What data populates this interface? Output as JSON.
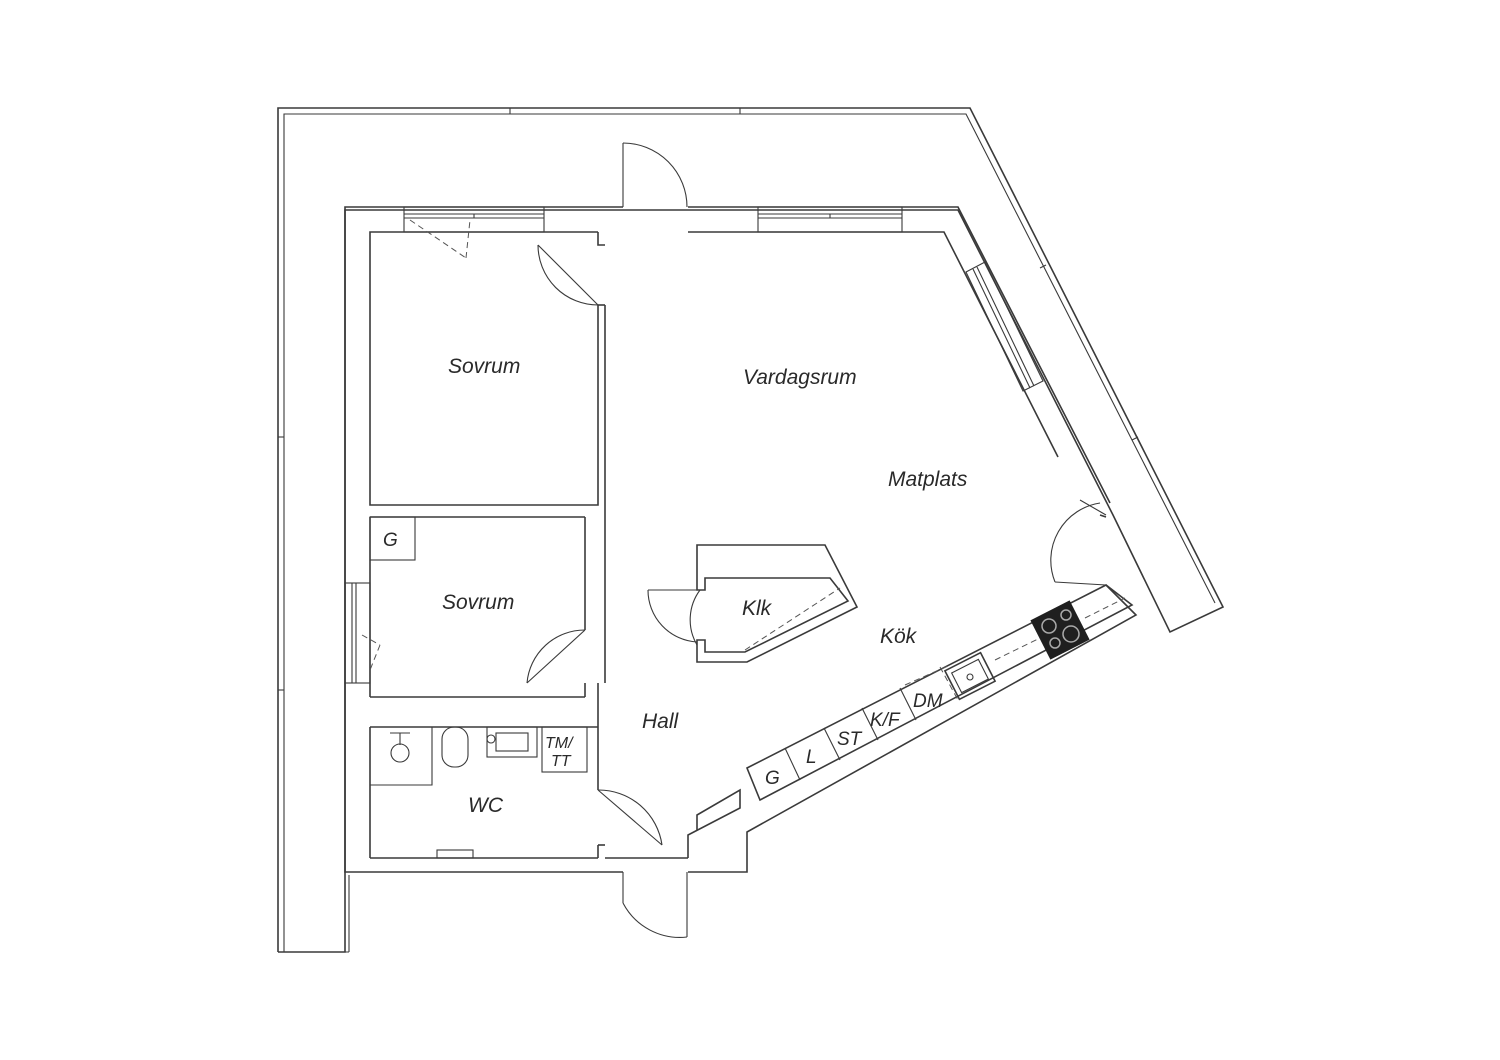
{
  "floor_plan": {
    "rooms": {
      "bedroom_1": "Sovrum",
      "bedroom_2": "Sovrum",
      "living_room": "Vardagsrum",
      "dining": "Matplats",
      "closet": "Klk",
      "kitchen": "Kök",
      "hall": "Hall",
      "wc": "WC"
    },
    "fixtures": {
      "wardrobe_bedroom": "G",
      "wardrobe_kitchen": "G",
      "linen": "L",
      "storage": "ST",
      "fridge_freezer": "K/F",
      "dishwasher": "DM",
      "washer_dryer_line1": "TM/",
      "washer_dryer_line2": "TT"
    },
    "colors": {
      "line": "#3a3a3a",
      "background": "#ffffff",
      "stove": "#1f1f1f"
    }
  }
}
